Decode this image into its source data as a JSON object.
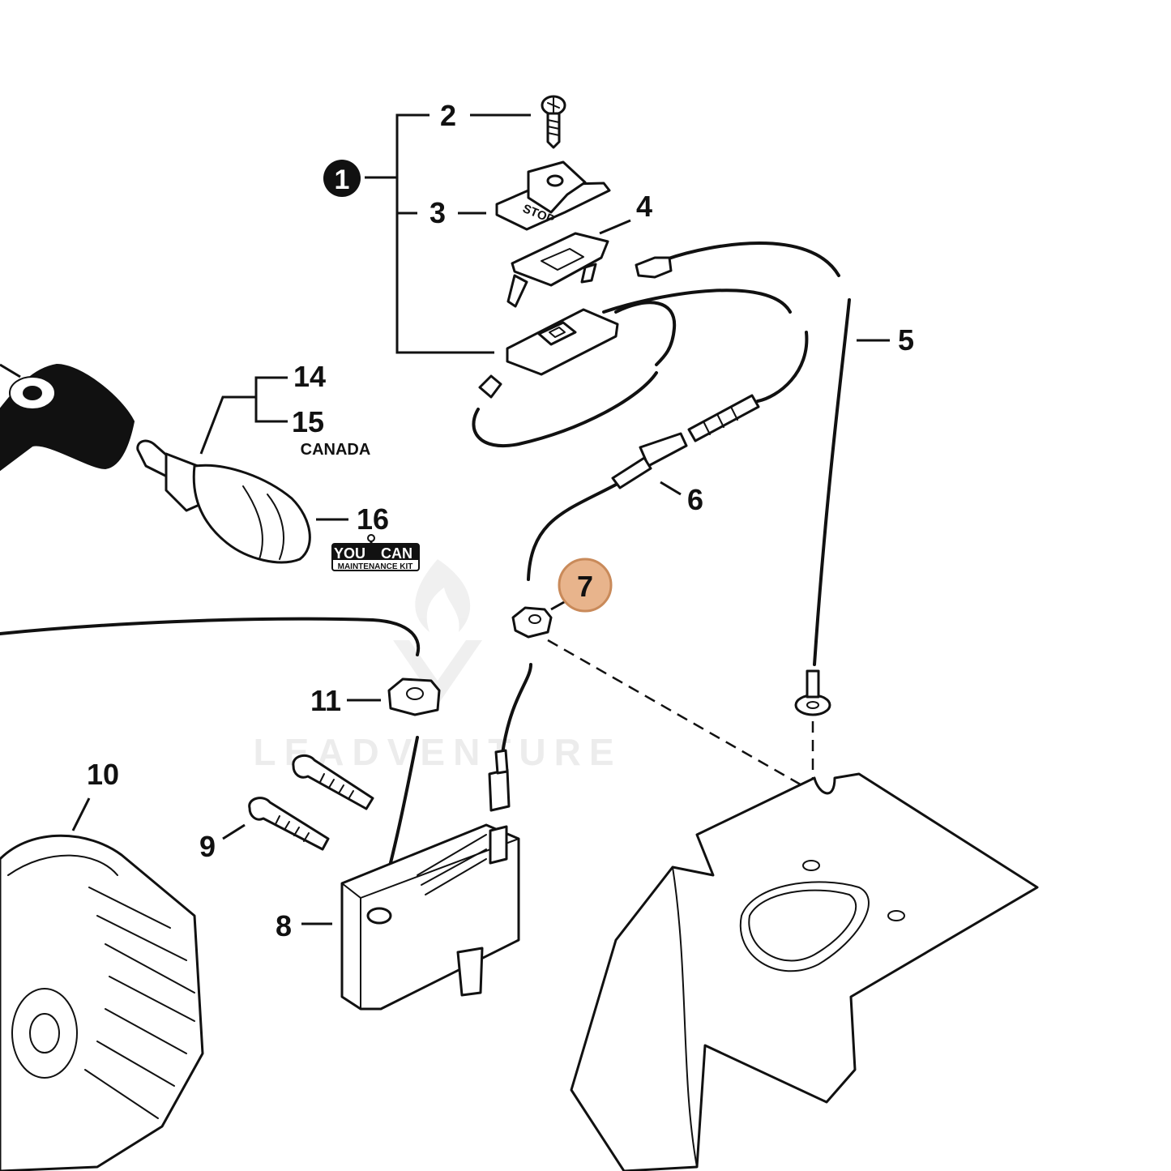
{
  "diagram": {
    "callouts": {
      "c1": "1",
      "c2": "2",
      "c3": "3",
      "c4": "4",
      "c5": "5",
      "c6": "6",
      "c7": "7",
      "c8": "8",
      "c9": "9",
      "c10": "10",
      "c11": "11",
      "c14": "14",
      "c15": "15",
      "c16": "16"
    },
    "notes": {
      "canada": "CANADA",
      "stop_text": "STOP"
    },
    "badge": {
      "line1_left": "YOU",
      "line1_right": "CAN",
      "line2": "MAINTENANCE KIT"
    },
    "watermark": "LEADVENTURE",
    "highlight": {
      "callout": "7",
      "color": "#e8b48c"
    }
  }
}
